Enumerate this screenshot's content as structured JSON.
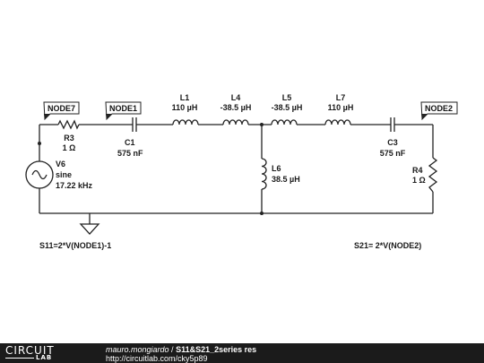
{
  "components": {
    "r3": {
      "name": "R3",
      "value": "1 Ω"
    },
    "c1": {
      "name": "C1",
      "value": "575 nF"
    },
    "l1": {
      "name": "L1",
      "value": "110 µH"
    },
    "l4": {
      "name": "L4",
      "value": "-38.5 µH"
    },
    "l5": {
      "name": "L5",
      "value": "-38.5 µH"
    },
    "l7": {
      "name": "L7",
      "value": "110 µH"
    },
    "c3": {
      "name": "C3",
      "value": "575 nF"
    },
    "l6": {
      "name": "L6",
      "value": "38.5 µH"
    },
    "r4": {
      "name": "R4",
      "value": "1 Ω"
    },
    "v6": {
      "name": "V6",
      "type": "sine",
      "freq": "17.22 kHz"
    }
  },
  "nodes": {
    "node7": "NODE7",
    "node1": "NODE1",
    "node2": "NODE2"
  },
  "expressions": {
    "s11": "S11=2*V(NODE1)-1",
    "s21": "S21= 2*V(NODE2)"
  },
  "footer": {
    "logo_top": "CIRCUIT",
    "logo_bottom": "LAB",
    "author": "mauro.mongiardo",
    "separator": " / ",
    "title": "S11&S21_2series res",
    "url": "http://circuitlab.com/cky5p89"
  }
}
